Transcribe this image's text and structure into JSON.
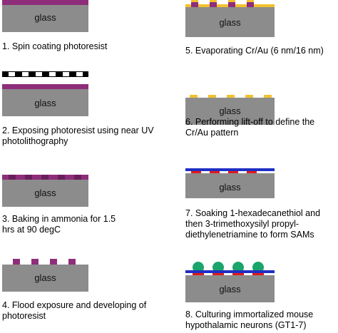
{
  "substrate_label": "glass",
  "steps": [
    {
      "caption": "1. Spin coating photoresist"
    },
    {
      "caption": "2. Exposing photoresist using near UV photolithography"
    },
    {
      "caption": "3. Baking in ammonia for 1.5 hrs at 90 degC"
    },
    {
      "caption": "4. Flood exposure and developing of photoresist"
    },
    {
      "caption": "5. Evaporating Cr/Au (6 nm/16 nm)"
    },
    {
      "caption": "6. Performing lift-off to define the Cr/Au pattern"
    },
    {
      "caption": "7. Soaking 1-hexadecanethiol and then 3-trimethoxysilyl propyl-diethylenetriamine to form SAMs"
    },
    {
      "caption": "8. Culturing immortalized mouse hypothalamic neurons (GT1-7)"
    }
  ],
  "colors": {
    "glass": "#8c8c8c",
    "photoresist": "#8e2e7a",
    "gold": "#f2c12e",
    "chromium": "#2a2aa0",
    "thiol_sam": "#1f2fc4",
    "silane_sam": "#e11a1a",
    "neuron": "#1aa56a"
  }
}
